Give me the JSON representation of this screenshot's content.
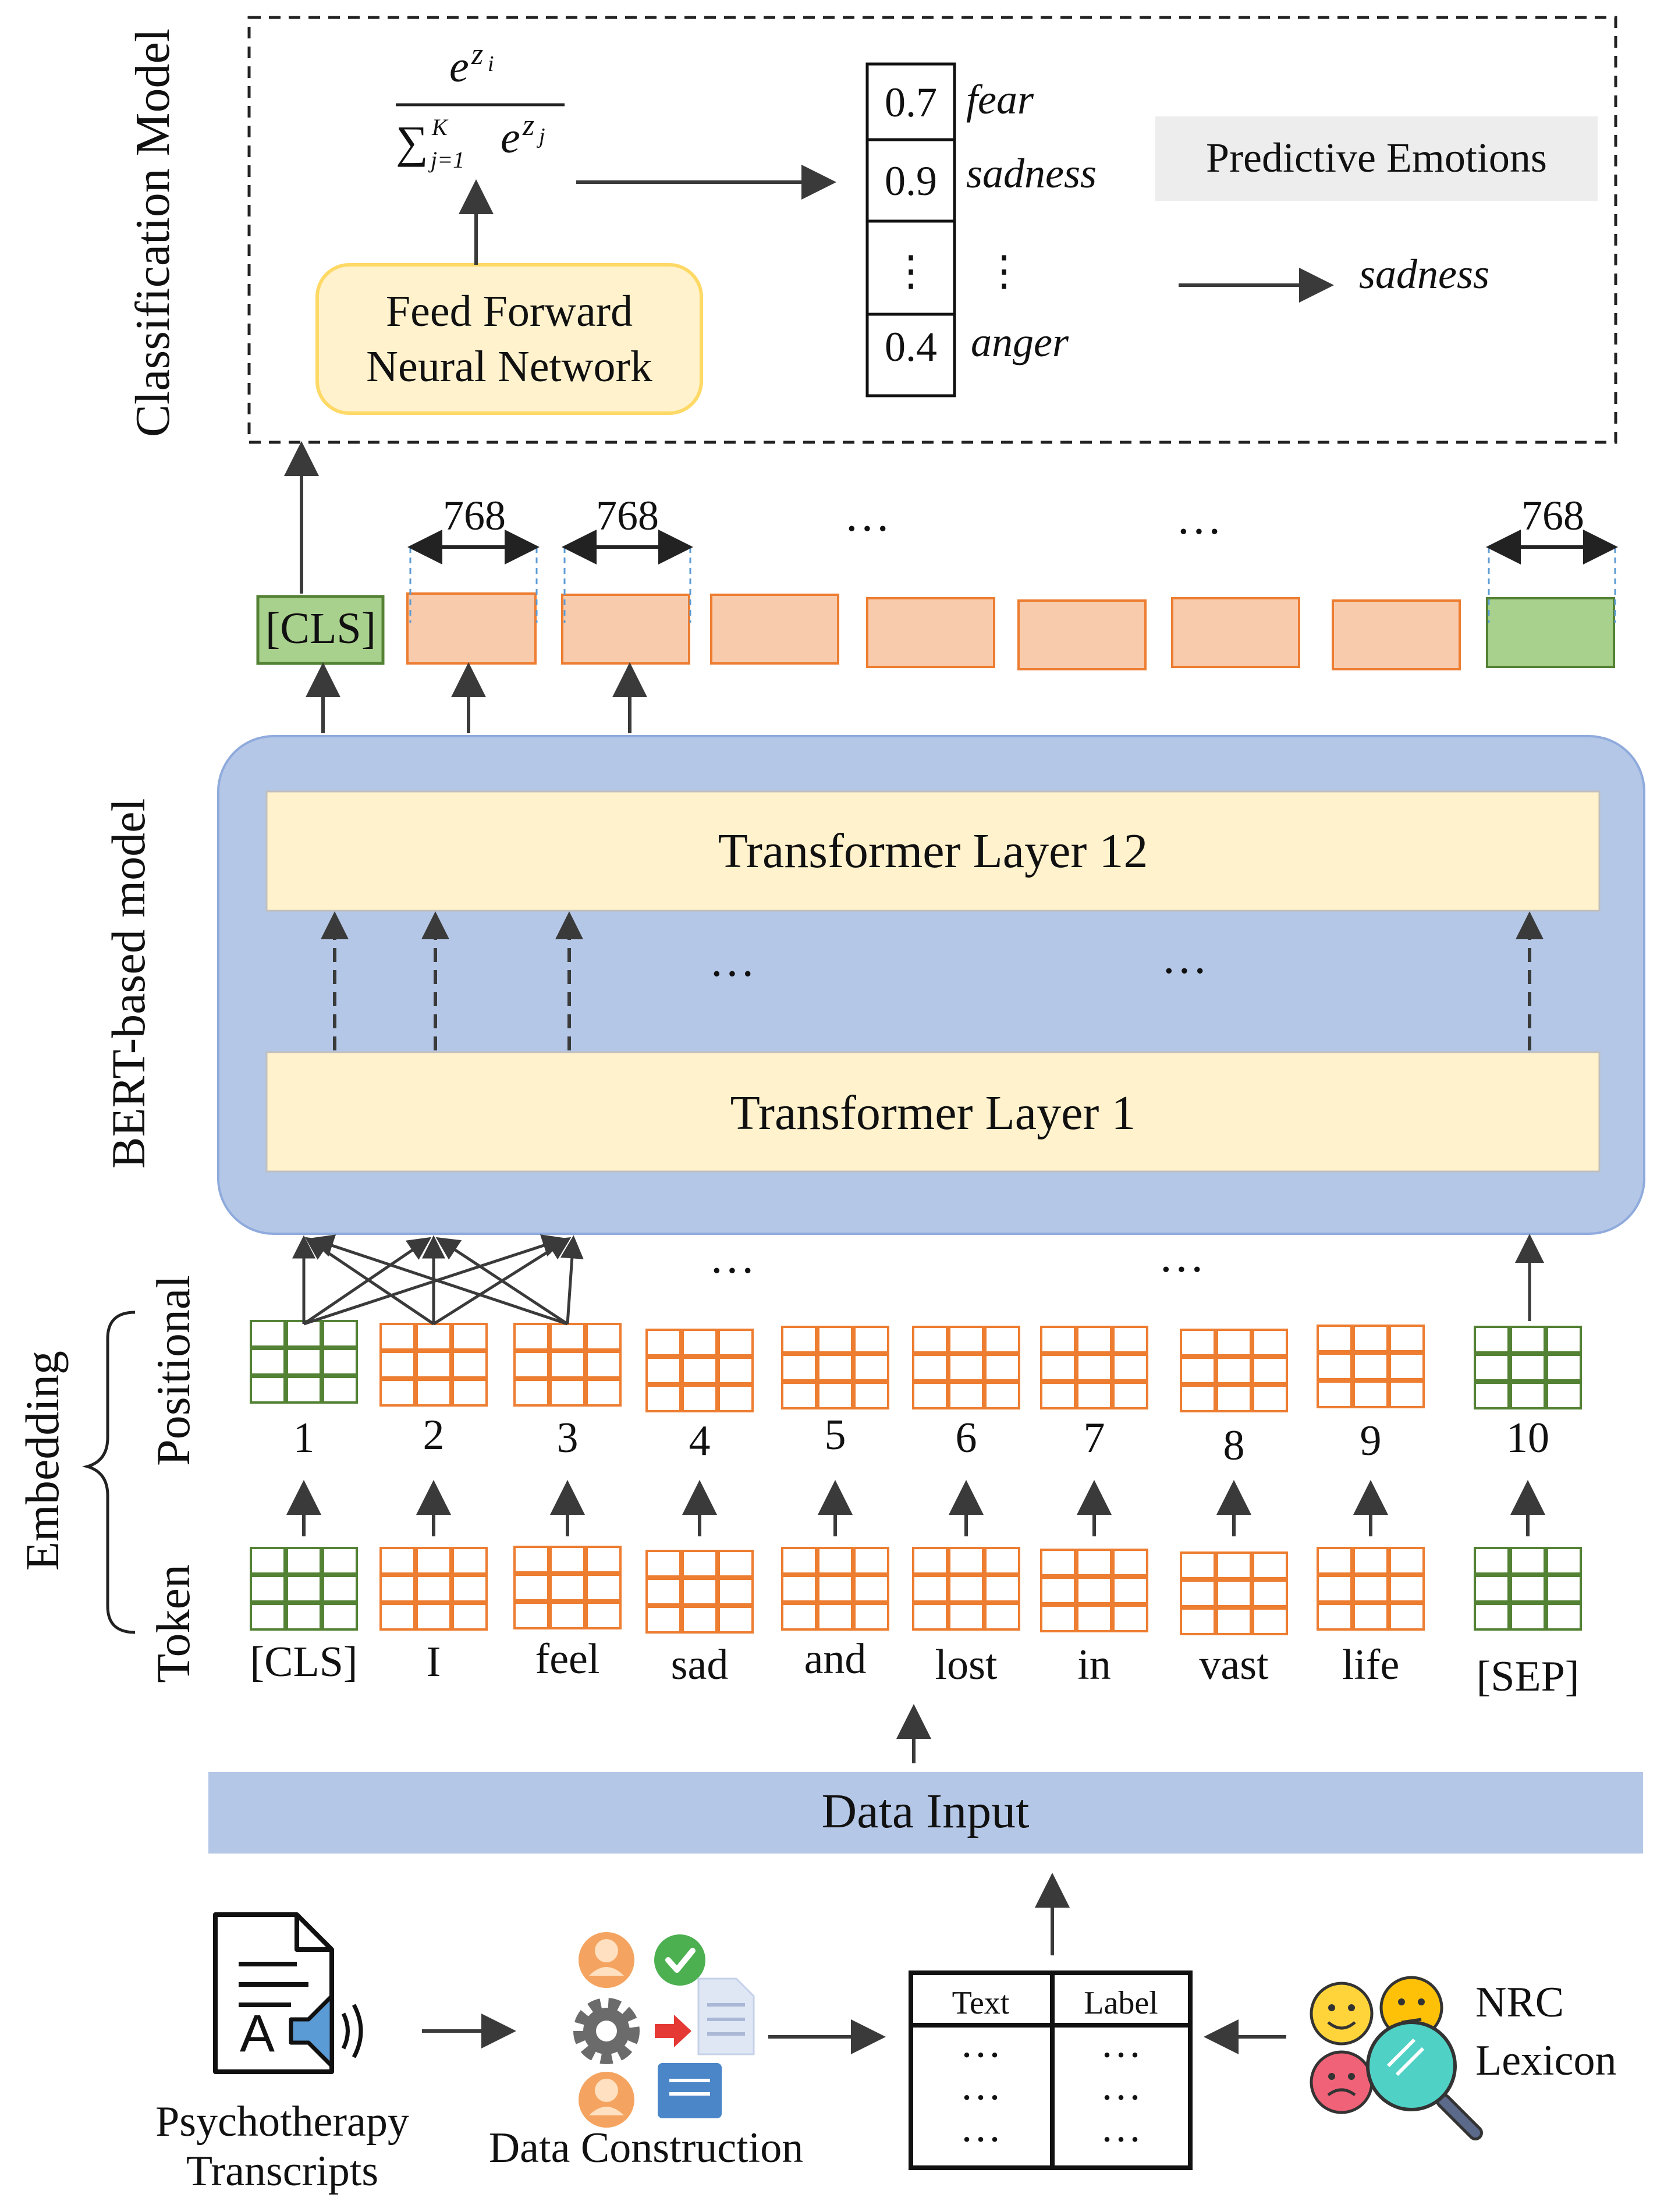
{
  "classification": {
    "title": "Classification Model",
    "softmax_num": "e",
    "softmax_num_sup": "z",
    "softmax_num_sub": "i",
    "softmax_den": "∑",
    "softmax_den_sup": "K",
    "softmax_den_sub": "j=1",
    "softmax_den_e": "e",
    "softmax_den_e_sup": "z",
    "softmax_den_e_sub": "j",
    "ffnn_line1": "Feed Forward",
    "ffnn_line2": "Neural Network",
    "probs": [
      {
        "value": "0.7",
        "label": "fear"
      },
      {
        "value": "0.9",
        "label": "sadness"
      },
      {
        "value": "⋮",
        "label": "⋮"
      },
      {
        "value": "0.4",
        "label": "anger"
      }
    ],
    "predictive_label": "Predictive Emotions",
    "prediction": "sadness"
  },
  "hidden": {
    "dim_labels": [
      "768",
      "768",
      "768"
    ],
    "cls_label": "[CLS]",
    "dots": "···"
  },
  "bert": {
    "title": "BERT-based model",
    "layer_top": "Transformer Layer 12",
    "layer_bottom": "Transformer Layer 1",
    "dots": "···"
  },
  "embedding": {
    "title": "Embedding",
    "positional_label": "Positional",
    "token_label": "Token",
    "positions": [
      "1",
      "2",
      "3",
      "4",
      "5",
      "6",
      "7",
      "8",
      "9",
      "10"
    ],
    "tokens": [
      "[CLS]",
      "I",
      "feel",
      "sad",
      "and",
      "lost",
      "in",
      "vast",
      "life",
      "[SEP]"
    ],
    "dots": "···"
  },
  "data_input": {
    "label": "Data Input"
  },
  "pipeline": {
    "transcripts_line1": "Psychotherapy",
    "transcripts_line2": "Transcripts",
    "construction": "Data Construction",
    "table_header_text": "Text",
    "table_header_label": "Label",
    "table_dots": "···",
    "nrc_line1": "NRC",
    "nrc_line2": "Lexicon"
  },
  "colors": {
    "green_fill": "#a9d18e",
    "green_stroke": "#548235",
    "orange_fill": "#f8cbad",
    "orange_stroke": "#ed7d31",
    "bert_bg": "#b4c7e7",
    "layer_bg": "#fff2cc",
    "ffnn_bg": "#fff2cc",
    "ffnn_stroke": "#ffd966",
    "input_bg": "#b4c7e7",
    "pred_bg": "#ededed"
  }
}
